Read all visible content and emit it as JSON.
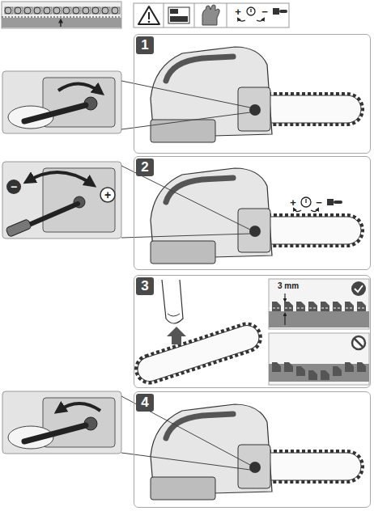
{
  "diagram": {
    "nodes": [
      {
        "text": [
          "1"
        ]
      },
      {
        "text": [
          "2"
        ]
      },
      {
        "text": [
          "3"
        ]
      },
      {
        "text": [
          "4"
        ]
      }
    ],
    "labels": [
      "+",
      "−",
      "−",
      "+",
      "+",
      "−",
      "3 mm"
    ]
  }
}
